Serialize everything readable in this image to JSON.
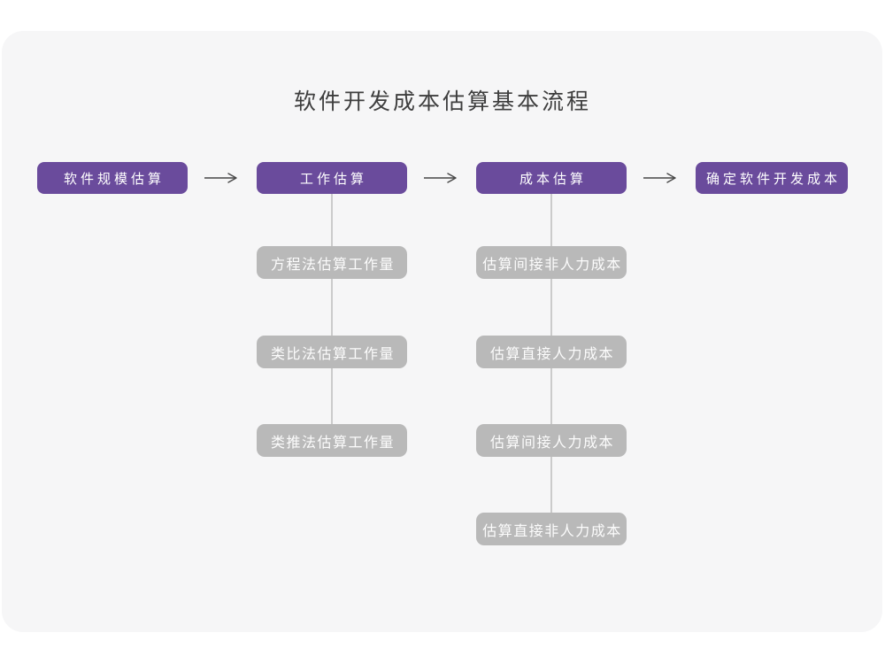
{
  "diagram": {
    "title": "软件开发成本估算基本流程",
    "colors": {
      "primary": "#6a4b9c",
      "secondary": "#b9b9b9",
      "card_background": "#f6f6f7",
      "connector": "#cbcbcb",
      "arrow": "#474747"
    },
    "main_flow": [
      {
        "label": "软件规模估算"
      },
      {
        "label": "工作估算"
      },
      {
        "label": "成本估算"
      },
      {
        "label": "确定软件开发成本"
      }
    ],
    "sub_flows": {
      "work_estimation": {
        "items": [
          {
            "label": "方程法估算工作量"
          },
          {
            "label": "类比法估算工作量"
          },
          {
            "label": "类推法估算工作量"
          }
        ]
      },
      "cost_estimation": {
        "items": [
          {
            "label": "估算间接非人力成本"
          },
          {
            "label": "估算直接人力成本"
          },
          {
            "label": "估算间接人力成本"
          },
          {
            "label": "估算直接非人力成本"
          }
        ]
      }
    }
  }
}
